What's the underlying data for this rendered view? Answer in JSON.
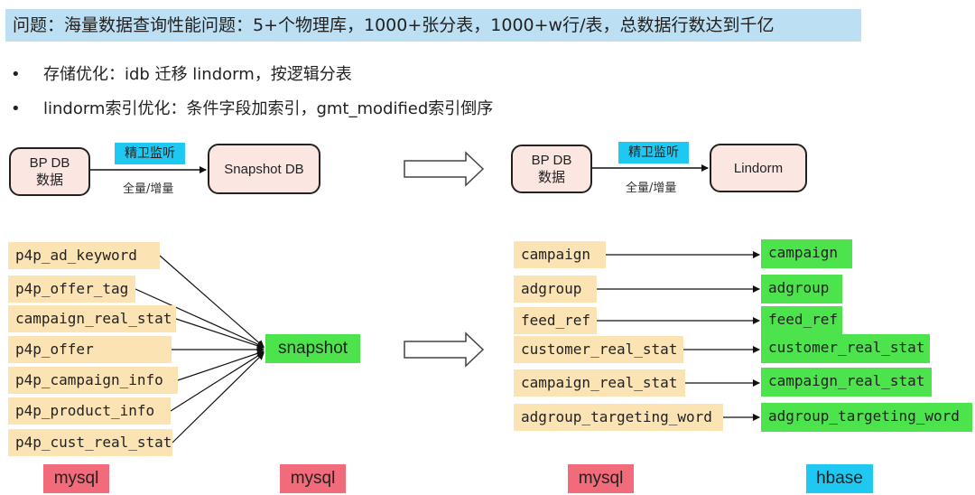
{
  "title": "问题：海量数据查询性能问题：5+个物理库，1000+张分表，1000+w行/表，总数据行数达到千亿",
  "bullets": [
    "存储优化：idb 迁移 lindorm，按逻辑分表",
    "lindorm索引优化：条件字段加索引，gmt_modified索引倒序"
  ],
  "bullet_symbol": "•",
  "left_flow": {
    "source_line1": "BP DB",
    "source_line2": "数据",
    "tag": "精卫监听",
    "edge_label": "全量/增量",
    "target": "Snapshot DB"
  },
  "right_flow": {
    "source_line1": "BP DB",
    "source_line2": "数据",
    "tag": "精卫监听",
    "edge_label": "全量/增量",
    "target": "Lindorm"
  },
  "left_tables": [
    "p4p_ad_keyword",
    "p4p_offer_tag",
    "campaign_real_stat",
    "p4p_offer",
    "p4p_campaign_info",
    "p4p_product_info",
    "p4p_cust_real_stat"
  ],
  "snapshot": "snapshot",
  "right_sources": [
    "campaign",
    "adgroup",
    "feed_ref",
    "customer_real_stat",
    "campaign_real_stat",
    "adgroup_targeting_word"
  ],
  "right_targets": [
    "campaign",
    "adgroup",
    "feed_ref",
    "customer_real_stat",
    "campaign_real_stat",
    "adgroup_targeting_word"
  ],
  "footer": {
    "left_source": "mysql",
    "left_target": "mysql",
    "right_source": "mysql",
    "right_target": "hbase"
  },
  "colors": {
    "banner": "#bcdff3",
    "db_fill": "#fbe6e2",
    "tag": "#1fc8f0",
    "table_tan": "#fbe3b4",
    "table_green": "#4de34d",
    "mysql": "#f26b7a",
    "hbase": "#1fc8f0"
  }
}
